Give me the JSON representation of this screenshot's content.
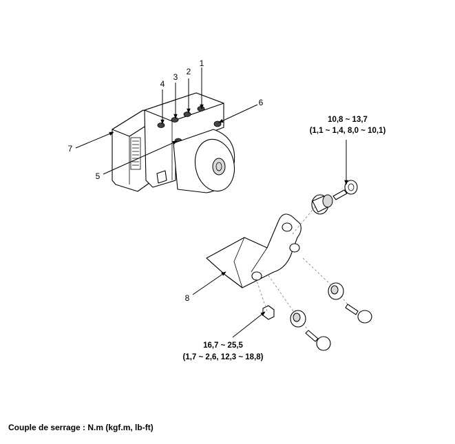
{
  "callouts": {
    "c1": "1",
    "c2": "2",
    "c3": "3",
    "c4": "4",
    "c5": "5",
    "c6": "6",
    "c7": "7",
    "c8": "8"
  },
  "torque_upper": {
    "line1": "10,8 ~ 13,7",
    "line2": "(1,1 ~ 1,4, 8,0 ~ 10,1)"
  },
  "torque_lower": {
    "line1": "16,7 ~ 25,5",
    "line2": "(1,7 ~ 2,6, 12,3 ~ 18,8)"
  },
  "footer": "Couple de serrage : N.m (kgf.m, lb-ft)"
}
